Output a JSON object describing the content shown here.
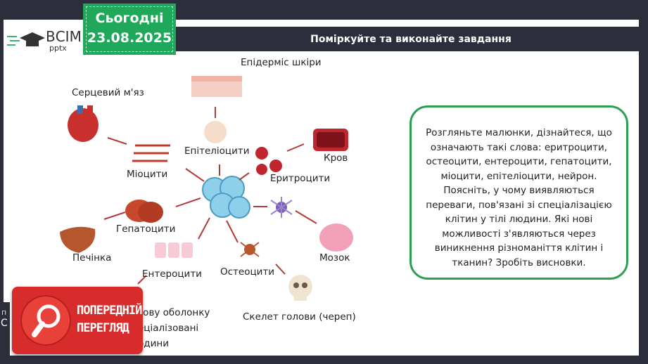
{
  "badge": {
    "line1": "Сьогодні",
    "line2": "23.08.2025"
  },
  "logo": {
    "name": "ВСІМ",
    "sub": "pptx"
  },
  "header": {
    "title": "Поміркуйте та виконайте завдання"
  },
  "labels": {
    "epidermis": "Епідерміс шкіри",
    "heart": "Серцевий м'яз",
    "epithelial": "Епітеліоцити",
    "blood": "Кров",
    "myocytes": "Міоцити",
    "erythrocytes": "Еритроцити",
    "hepatocytes": "Гепатоцити",
    "liver": "Печінка",
    "brain": "Мозок",
    "enterocytes": "Ентероцити",
    "osteocytes": "Остеоцити",
    "skull": "Скелет голови (череп)"
  },
  "hidden_text": [
    "зову оболонку",
    "еціалізовані",
    "одини"
  ],
  "left_fragments": [
    "п",
    "С"
  ],
  "task": {
    "text": "Розгляньте малюнки, дізнайтеся, що означають такі слова: еритроцити, остеоцити, ентероцити, гепатоцити, міоцити, епітеліоцити, нейрон. Поясніть, у чому виявляються переваги, пов'язані зі спеціалізацією клітин у тілі людини. Які нові можливості з'являються через виникнення різноманіття клітин і тканин? Зробіть висновки."
  },
  "preview": {
    "line1": "ПОПЕРЕДНІЙ",
    "line2": "ПЕРЕГЛЯД"
  },
  "colors": {
    "green": "#1fa75a",
    "border": "#2e9e4f",
    "dark": "#2c2e3b",
    "red": "#d82b2b"
  }
}
